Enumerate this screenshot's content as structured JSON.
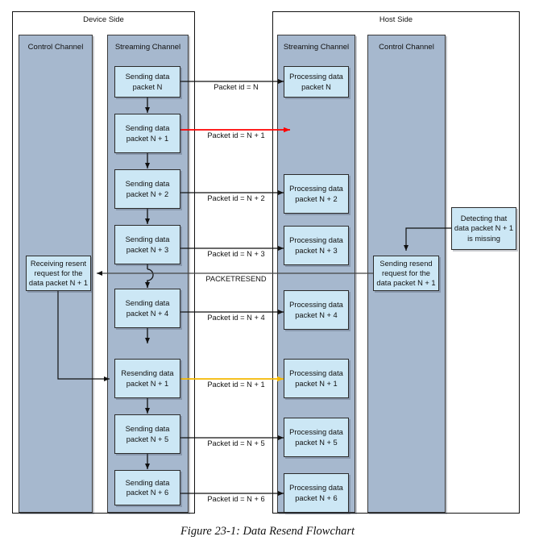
{
  "figure": {
    "caption": "Figure 23-1: Data Resend Flowchart"
  },
  "colors": {
    "panel_fill": "#A6B8CE",
    "node_fill": "#CCE7F5",
    "node_stroke": "#2b2b2b",
    "frame_stroke": "#111111",
    "arrow_normal": "#111111",
    "arrow_lost": "#FF0000",
    "arrow_resend": "#F5B800",
    "page_background": "#FFFFFF"
  },
  "device_side": {
    "title": "Device Side",
    "control_channel": {
      "title": "Control Channel",
      "nodes": [
        {
          "id": "dev-receiving-resent",
          "label": "Receiving resent\nrequest for the\ndata packet N + 1"
        }
      ]
    },
    "streaming_channel": {
      "title": "Streaming Channel",
      "nodes": [
        {
          "id": "dev-send-n",
          "label": "Sending data\npacket N"
        },
        {
          "id": "dev-send-n1",
          "label": "Sending data\npacket N + 1"
        },
        {
          "id": "dev-send-n2",
          "label": "Sending data\npacket N + 2"
        },
        {
          "id": "dev-send-n3",
          "label": "Sending data\npacket N + 3"
        },
        {
          "id": "dev-send-n4",
          "label": "Sending data\npacket N + 4"
        },
        {
          "id": "dev-resend-n1",
          "label": "Resending data\npacket N + 1"
        },
        {
          "id": "dev-send-n5",
          "label": "Sending data\npacket N + 5"
        },
        {
          "id": "dev-send-n6",
          "label": "Sending data\npacket N + 6"
        }
      ]
    }
  },
  "host_side": {
    "title": "Host Side",
    "streaming_channel": {
      "title": "Streaming Channel",
      "nodes": [
        {
          "id": "host-proc-n",
          "label": "Processing data\npacket N"
        },
        {
          "id": "host-proc-n2",
          "label": "Processing data\npacket N + 2"
        },
        {
          "id": "host-proc-n3",
          "label": "Processing data\npacket N + 3"
        },
        {
          "id": "host-proc-n4",
          "label": "Processing data\npacket N + 4"
        },
        {
          "id": "host-proc-n1",
          "label": "Processing data\npacket N + 1"
        },
        {
          "id": "host-proc-n5",
          "label": "Processing data\npacket N + 5"
        },
        {
          "id": "host-proc-n6",
          "label": "Processing data\npacket N + 6"
        }
      ]
    },
    "control_channel": {
      "title": "Control Channel",
      "nodes": [
        {
          "id": "host-send-resend",
          "label": "Sending resend\nrequest for the\ndata packet N + 1"
        }
      ]
    },
    "detached_nodes": [
      {
        "id": "host-detecting",
        "label": "Detecting that\ndata packet N + 1\nis missing"
      }
    ]
  },
  "edge_labels": [
    {
      "id": "lbl-n",
      "text": "Packet id = N",
      "kind": "normal"
    },
    {
      "id": "lbl-n1-lost",
      "text": "Packet id = N + 1",
      "kind": "lost"
    },
    {
      "id": "lbl-n2",
      "text": "Packet id = N + 2",
      "kind": "normal"
    },
    {
      "id": "lbl-n3",
      "text": "Packet id = N + 3",
      "kind": "normal"
    },
    {
      "id": "lbl-packetresend",
      "text": "PACKETRESEND",
      "kind": "control"
    },
    {
      "id": "lbl-n4",
      "text": "Packet id = N + 4",
      "kind": "normal"
    },
    {
      "id": "lbl-n1-resend",
      "text": "Packet id = N + 1",
      "kind": "resend"
    },
    {
      "id": "lbl-n5",
      "text": "Packet id = N + 5",
      "kind": "normal"
    },
    {
      "id": "lbl-n6",
      "text": "Packet id = N + 6",
      "kind": "normal"
    }
  ]
}
